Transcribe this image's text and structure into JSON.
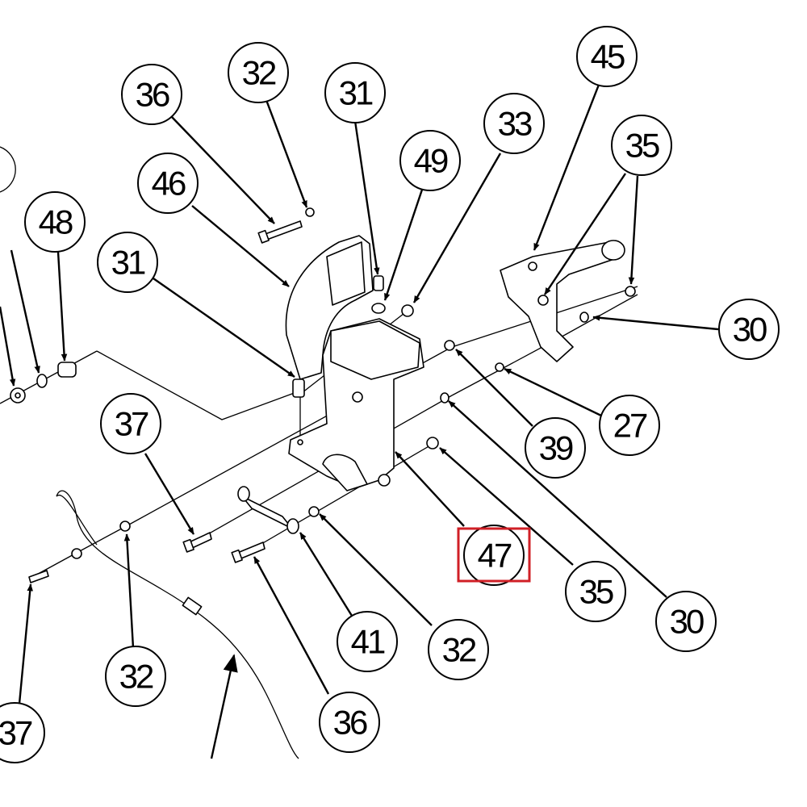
{
  "highlight_color": "#d01f26",
  "callouts": [
    {
      "id": "c-36-top",
      "label": "36"
    },
    {
      "id": "c-32-top",
      "label": "32"
    },
    {
      "id": "c-31-top",
      "label": "31"
    },
    {
      "id": "c-49",
      "label": "49"
    },
    {
      "id": "c-33",
      "label": "33"
    },
    {
      "id": "c-45",
      "label": "45"
    },
    {
      "id": "c-35-top",
      "label": "35"
    },
    {
      "id": "c-46",
      "label": "46"
    },
    {
      "id": "c-48",
      "label": "48"
    },
    {
      "id": "c-31-left",
      "label": "31"
    },
    {
      "id": "c-30-right",
      "label": "30"
    },
    {
      "id": "c-27",
      "label": "27"
    },
    {
      "id": "c-39",
      "label": "39"
    },
    {
      "id": "c-37-mid",
      "label": "37"
    },
    {
      "id": "c-47",
      "label": "47",
      "highlighted": true
    },
    {
      "id": "c-35-bottom",
      "label": "35"
    },
    {
      "id": "c-30-bottom",
      "label": "30"
    },
    {
      "id": "c-41",
      "label": "41"
    },
    {
      "id": "c-32-bottom-mid",
      "label": "32"
    },
    {
      "id": "c-32-bottom-left",
      "label": "32"
    },
    {
      "id": "c-36-bottom",
      "label": "36"
    },
    {
      "id": "c-37-edge",
      "label": "37"
    }
  ]
}
